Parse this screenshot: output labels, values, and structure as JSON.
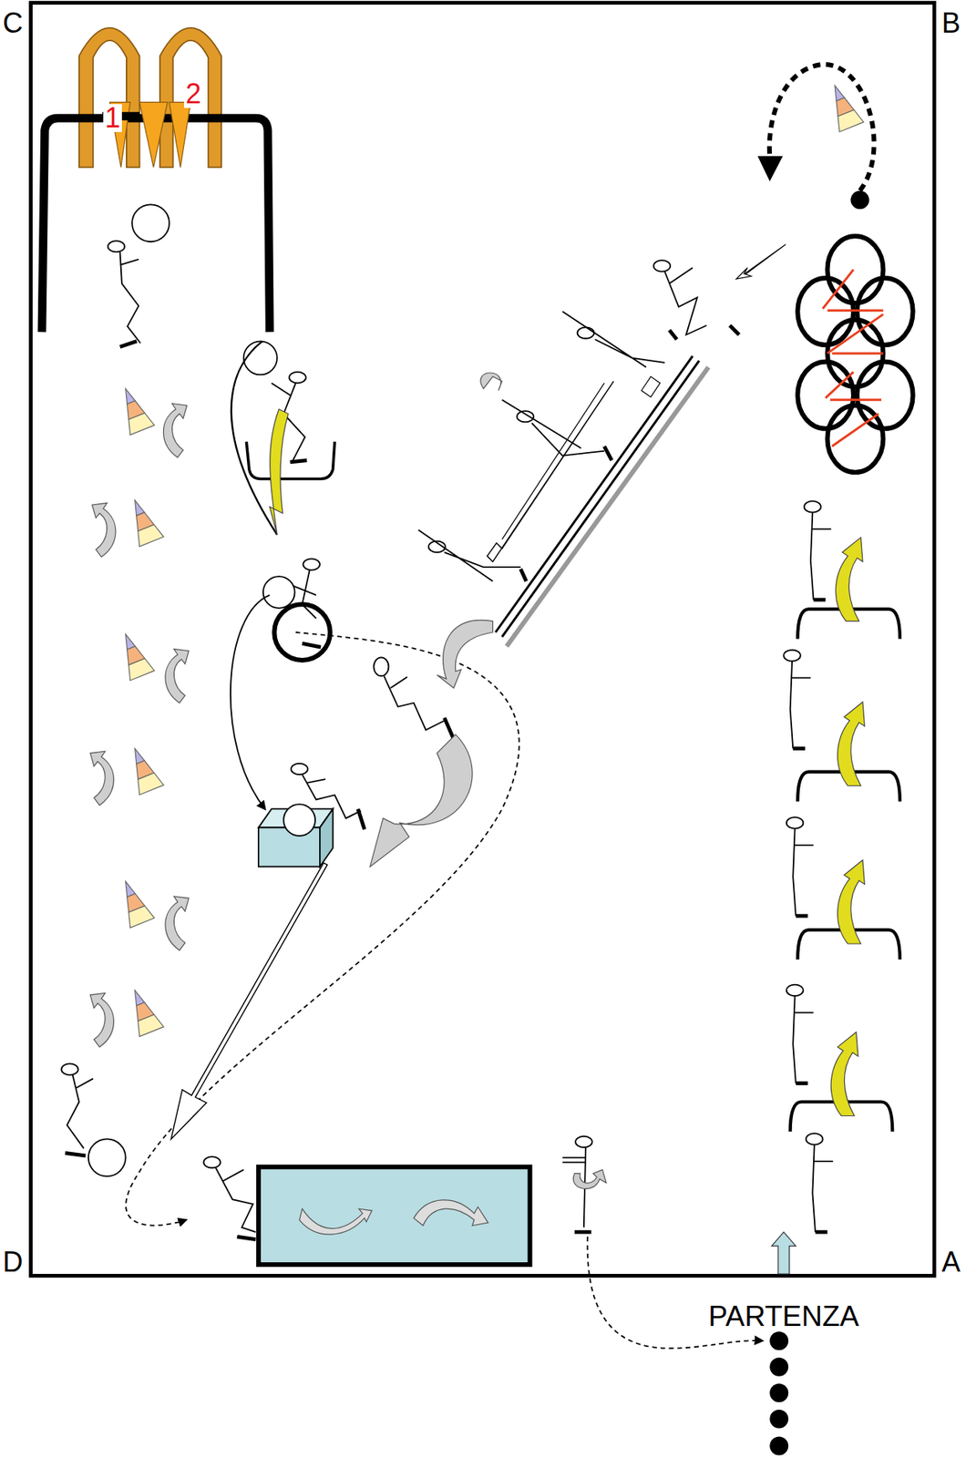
{
  "diagram": {
    "labels": [
      "C",
      "B",
      "D",
      "A",
      "1",
      "2",
      "PARTENZA"
    ]
  }
}
